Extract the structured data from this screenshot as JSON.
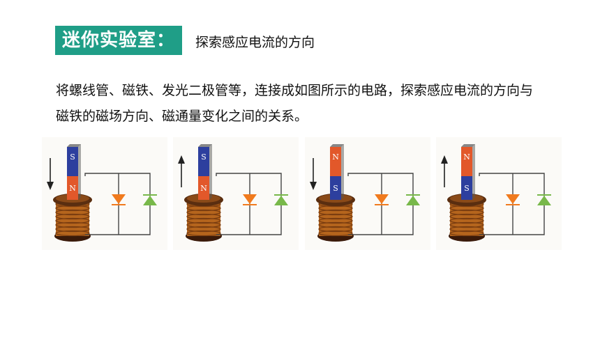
{
  "header": {
    "badge": "迷你实验室：",
    "subtitle": "探索感应电流的方向"
  },
  "body": {
    "paragraph": "将螺线管、磁铁、发光二极管等，连接成如图所示的电路，探索感应电流的方向与磁铁的磁场方向、磁通量变化之间的关系。"
  },
  "panels": [
    {
      "motion": "down",
      "top_pole": "S",
      "bottom_pole": "N"
    },
    {
      "motion": "up",
      "top_pole": "S",
      "bottom_pole": "N"
    },
    {
      "motion": "down",
      "top_pole": "N",
      "bottom_pole": "S"
    },
    {
      "motion": "up",
      "top_pole": "N",
      "bottom_pole": "S"
    }
  ],
  "colors": {
    "badge": "#1f9e87",
    "pole_blue": "#2d3f9e",
    "pole_red": "#e2582a",
    "led_orange": "#f07a1e",
    "led_green": "#78b84a",
    "copper": "#b5651d"
  }
}
